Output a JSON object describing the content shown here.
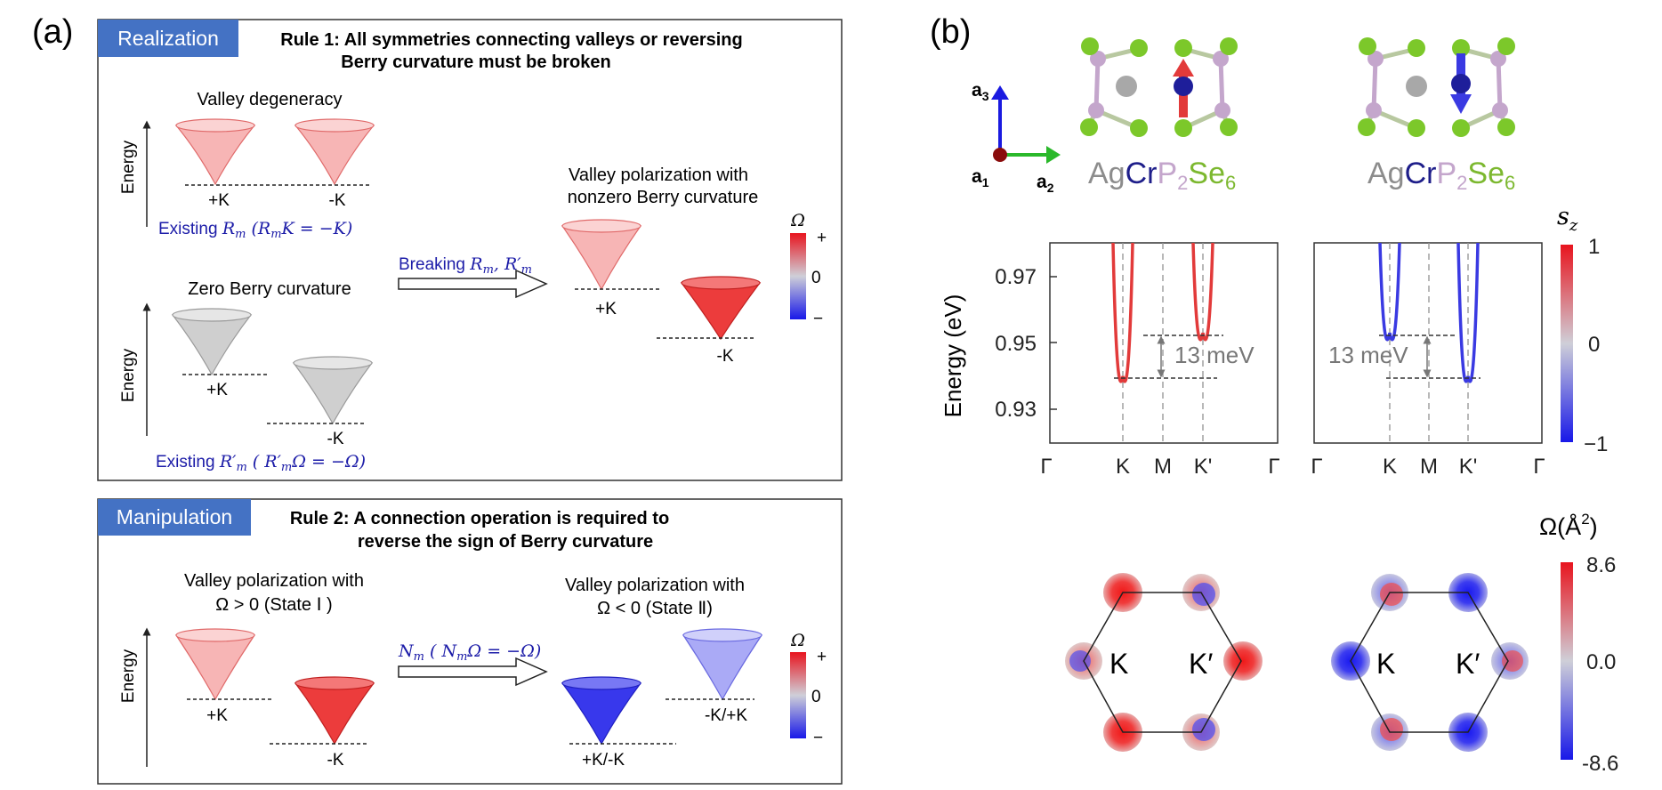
{
  "panel_a": {
    "label": "(a)",
    "realization": {
      "tag": "Realization",
      "rule_line1": "Rule 1: All symmetries connecting valleys or reversing",
      "rule_line2": "Berry curvature must be broken",
      "valley_degeneracy": "Valley degeneracy",
      "energy_label": "Energy",
      "plus_k": "+K",
      "minus_k": "-K",
      "existing_rm": "Existing R_m (R_m K = −K)",
      "zero_berry": "Zero Berry curvature",
      "existing_rm_prime": "Existing R′_m ( R′_m Ω = −Ω)",
      "breaking": "Breaking R_m, R′_m",
      "result_line1": "Valley polarization with",
      "result_line2": "nonzero Berry curvature",
      "colorbar_symbol": "Ω",
      "colorbar_plus": "+",
      "colorbar_zero": "0",
      "colorbar_minus": "−"
    },
    "manipulation": {
      "tag": "Manipulation",
      "rule_line1": "Rule 2: A connection operation is required to",
      "rule_line2": "reverse the sign of Berry curvature",
      "left_line1": "Valley polarization with",
      "left_line2": "Ω > 0 (State Ⅰ )",
      "right_line1": "Valley polarization with",
      "right_line2": "Ω < 0 (State Ⅱ)",
      "operation": "N_m ( N_m Ω = −Ω)",
      "energy_label": "Energy",
      "plus_k": "+K",
      "minus_k": "-K",
      "minus_k_plus_k": "-K/+K",
      "plus_k_minus_k": "+K/-K",
      "colorbar_symbol": "Ω",
      "colorbar_plus": "+",
      "colorbar_zero": "0",
      "colorbar_minus": "−"
    }
  },
  "panel_b": {
    "label": "(b)",
    "axes_labels": {
      "a3": "a3",
      "a1": "a1",
      "a2": "a2"
    },
    "formula": {
      "ag": "Ag",
      "cr": "Cr",
      "p": "P",
      "p_sub": "2",
      "se": "Se",
      "se_sub": "6"
    },
    "colors": {
      "ag": "#8c8c8c",
      "cr": "#1e1e8a",
      "p": "#c4a6cc",
      "se": "#7cb82f",
      "spin_up": "#e23a3a",
      "spin_down": "#3a3ae2"
    },
    "band_plot": {
      "ylabel": "Energy (eV)",
      "yticks": [
        "0.97",
        "0.95",
        "0.93"
      ],
      "xticks": [
        "Γ",
        "K",
        "M",
        "K'",
        "Γ"
      ],
      "gap_label": "13 meV",
      "colorbar_title": "s",
      "colorbar_sub": "z",
      "colorbar_max": "1",
      "colorbar_mid": "0",
      "colorbar_min": "−1"
    },
    "berry_map": {
      "colorbar_title": "Ω(Å",
      "colorbar_sup": "2",
      "colorbar_close": ")",
      "colorbar_max": "8.6",
      "colorbar_mid": "0.0",
      "colorbar_min": "-8.6",
      "k_label": "K",
      "kprime_label": "K′"
    }
  },
  "chart_data": [
    {
      "type": "line",
      "xlabel": "",
      "ylabel": "Energy (eV)",
      "ylim": [
        0.92,
        0.98
      ],
      "x_ticks": [
        "Γ",
        "K",
        "M",
        "K'",
        "Γ"
      ],
      "series": [
        {
          "valley": "K",
          "minimum": 0.94
        },
        {
          "valley": "K'",
          "minimum": 0.953
        }
      ],
      "color_scale": "s_z from −1 (blue) to 1 (red); bands red",
      "annotation": "13 meV"
    },
    {
      "type": "line",
      "xlabel": "",
      "ylabel": "",
      "ylim": [
        0.92,
        0.98
      ],
      "x_ticks": [
        "Γ",
        "K",
        "M",
        "K'",
        "Γ"
      ],
      "series": [
        {
          "valley": "K",
          "minimum": 0.953
        },
        {
          "valley": "K'",
          "minimum": 0.94
        }
      ],
      "color_scale": "s_z from −1 (blue) to 1 (red); bands blue",
      "annotation": "13 meV"
    }
  ]
}
